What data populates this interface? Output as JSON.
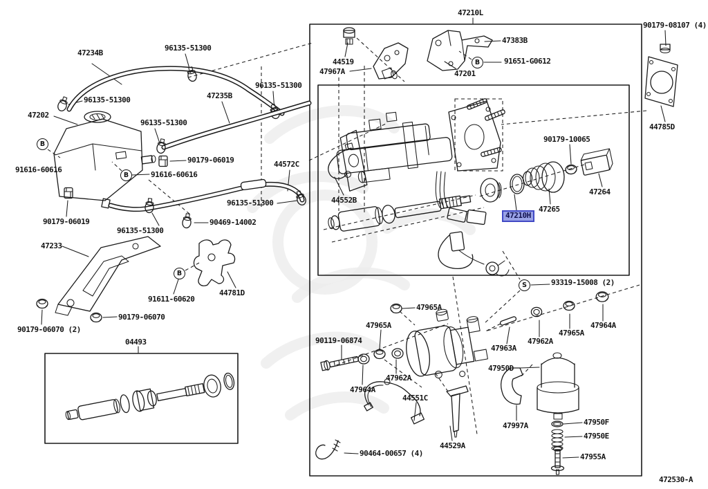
{
  "figure": {
    "code": "472530-A",
    "group_box_label": "47210L",
    "kit_box_label": "04493",
    "highlighted_part": "47210H",
    "highlight_fill": "#99a2e6",
    "highlight_border": "#4149c5",
    "line_color": "#1a1a1a"
  },
  "glyphs": {
    "circled_b": "B",
    "circled_s": "S"
  },
  "labels": [
    {
      "text": "47234B"
    },
    {
      "text": "96135-51300"
    },
    {
      "text": "96135-51300"
    },
    {
      "text": "47202"
    },
    {
      "text": "96135-51300"
    },
    {
      "text": "47235B"
    },
    {
      "text": "96135-51300"
    },
    {
      "text": "90179-06019"
    },
    {
      "text": "91616-60616"
    },
    {
      "text": "91616-60616"
    },
    {
      "text": "90179-06019"
    },
    {
      "text": "96135-51300"
    },
    {
      "text": "96135-51300"
    },
    {
      "text": "90469-14002"
    },
    {
      "text": "47233"
    },
    {
      "text": "91611-60620"
    },
    {
      "text": "44781D"
    },
    {
      "text": "90179-06070"
    },
    {
      "text": "90179-06070 (2)"
    },
    {
      "text": "04493"
    },
    {
      "text": "47210L"
    },
    {
      "text": "90179-08107 (4)"
    },
    {
      "text": "47383B"
    },
    {
      "text": "91651-G0612"
    },
    {
      "text": "44519"
    },
    {
      "text": "47967A"
    },
    {
      "text": "47201"
    },
    {
      "text": "44785D"
    },
    {
      "text": "44572C"
    },
    {
      "text": "44552B"
    },
    {
      "text": "90179-10065"
    },
    {
      "text": "47264"
    },
    {
      "text": "47265"
    },
    {
      "text": "47210H"
    },
    {
      "text": "93319-15008 (2)"
    },
    {
      "text": "47965A"
    },
    {
      "text": "47965A"
    },
    {
      "text": "90119-06874"
    },
    {
      "text": "47964A"
    },
    {
      "text": "47962A"
    },
    {
      "text": "44551C"
    },
    {
      "text": "90464-00657 (4)"
    },
    {
      "text": "44529A"
    },
    {
      "text": "47963A"
    },
    {
      "text": "47962A"
    },
    {
      "text": "47965A"
    },
    {
      "text": "47964A"
    },
    {
      "text": "47950D"
    },
    {
      "text": "47997A"
    },
    {
      "text": "47950F"
    },
    {
      "text": "47950E"
    },
    {
      "text": "47955A"
    },
    {
      "text": "472530-A"
    }
  ]
}
